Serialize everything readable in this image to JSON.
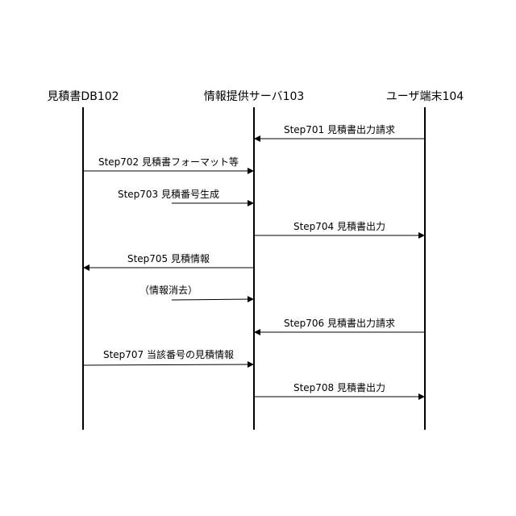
{
  "participants": [
    {
      "id": "db",
      "label": "見積書DB102"
    },
    {
      "id": "server",
      "label": "情報提供サーバ103"
    },
    {
      "id": "terminal",
      "label": "ユーザ端末104"
    }
  ],
  "messages": [
    {
      "label": "Step701 見積書出力請求",
      "from": "terminal",
      "to": "server"
    },
    {
      "label": "Step702 見積書フォーマット等",
      "from": "db",
      "to": "server"
    },
    {
      "label": "Step703 見積番号生成",
      "from": "self",
      "to": "server"
    },
    {
      "label": "Step704 見積書出力",
      "from": "server",
      "to": "terminal"
    },
    {
      "label": "Step705 見積情報",
      "from": "server",
      "to": "db"
    },
    {
      "label": "（情報消去）",
      "from": "self",
      "to": "server"
    },
    {
      "label": "Step706 見積書出力請求",
      "from": "terminal",
      "to": "server"
    },
    {
      "label": "Step707 当該番号の見積情報",
      "from": "db",
      "to": "server"
    },
    {
      "label": "Step708 見積書出力",
      "from": "server",
      "to": "terminal"
    }
  ]
}
